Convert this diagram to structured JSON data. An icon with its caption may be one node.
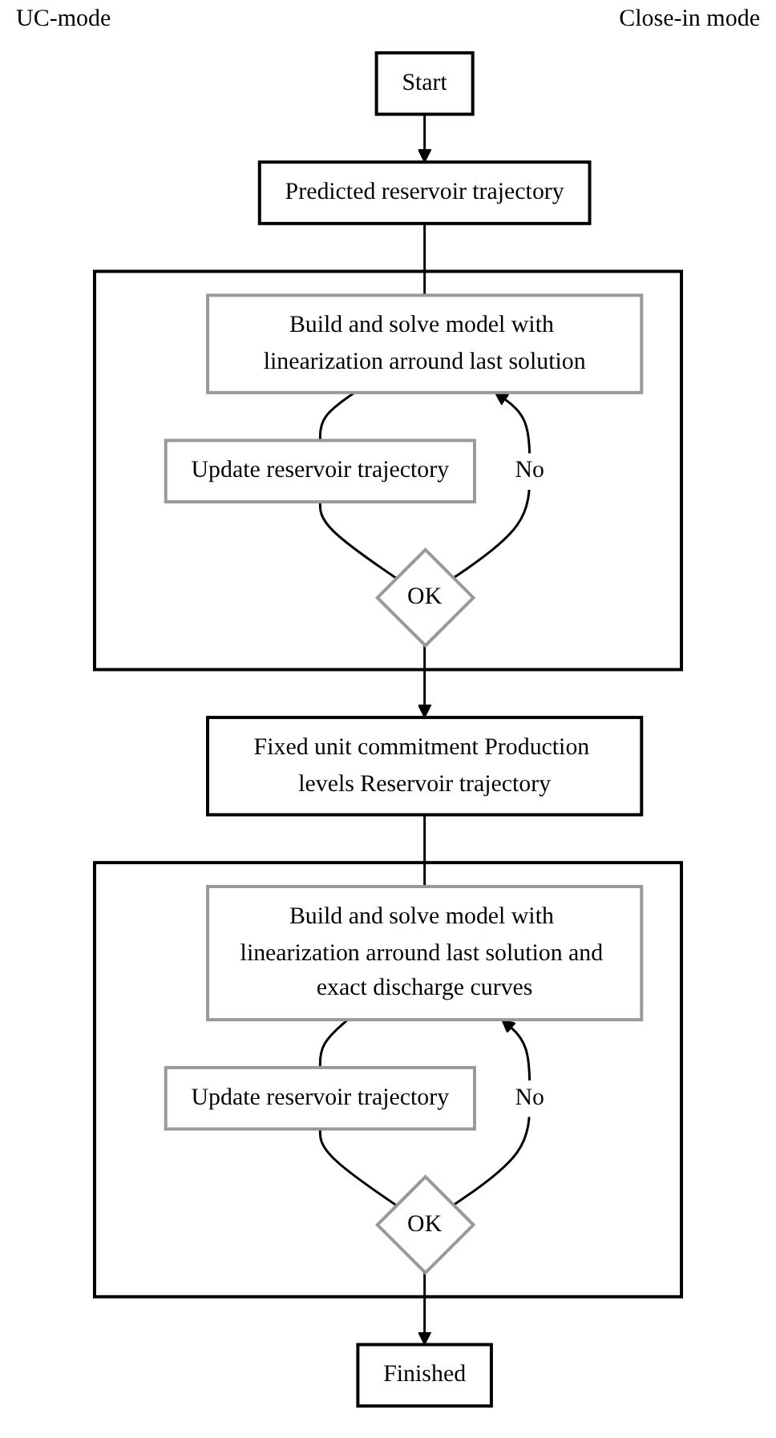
{
  "diagram": {
    "nodes": [
      {
        "text": [
          "Start"
        ]
      },
      {
        "text": [
          "Predicted reservoir trajectory"
        ]
      },
      {
        "text": [],
        "shape": "box"
      },
      {
        "text": [
          "Build and solve model with linearization arround last solution"
        ],
        "in": 2
      },
      {
        "text": [
          "Update reservoir trajectory"
        ],
        "in": 2
      },
      {
        "text": [
          "OK"
        ],
        "in": 2
      },
      {
        "text": [
          "Fixed unit commitment Production levels Reservoir trajectory"
        ]
      },
      {
        "text": [],
        "shape": "box"
      },
      {
        "text": [
          "Build and solve model with linearization arround last solution and exact discharge curves"
        ],
        "in": 7
      },
      {
        "text": [
          "Update reservoir trajectory"
        ],
        "in": 7
      },
      {
        "text": [
          "OK"
        ],
        "in": 7
      },
      {
        "text": [
          "Finished"
        ]
      }
    ],
    "edges": [
      {
        "from": 0,
        "to": 1,
        "arrow": "to"
      },
      {
        "from": 1,
        "to": 3,
        "arrow": "none"
      },
      {
        "from": 3,
        "to": 4,
        "arrow": "none"
      },
      {
        "from": 4,
        "to": 5,
        "arrow": "none"
      },
      {
        "from": 5,
        "to": 3,
        "arrow": "to",
        "label": "No"
      },
      {
        "from": 5,
        "to": 6,
        "arrow": "to"
      },
      {
        "from": 6,
        "to": 8,
        "arrow": "none"
      },
      {
        "from": 8,
        "to": 9,
        "arrow": "none"
      },
      {
        "from": 9,
        "to": 10,
        "arrow": "none"
      },
      {
        "from": 10,
        "to": 8,
        "arrow": "to",
        "label": "No"
      },
      {
        "from": 10,
        "to": 11,
        "arrow": "to"
      }
    ],
    "labels": [
      "UC-mode",
      "Close-in mode"
    ]
  }
}
